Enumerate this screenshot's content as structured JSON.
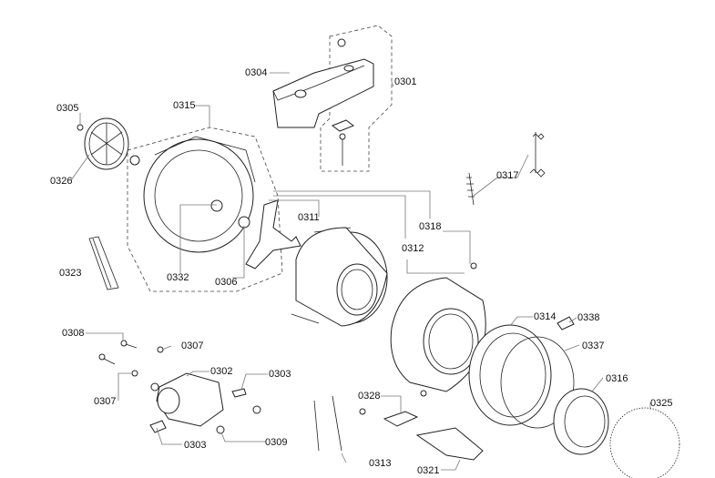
{
  "labels": {
    "l0301": "0301",
    "l0302": "0302",
    "l0303a": "0303",
    "l0303b": "0303",
    "l0304": "0304",
    "l0305": "0305",
    "l0306": "0306",
    "l0307a": "0307",
    "l0307b": "0307",
    "l0308": "0308",
    "l0309": "0309",
    "l0311": "0311",
    "l0312": "0312",
    "l0313": "0313",
    "l0314": "0314",
    "l0315": "0315",
    "l0316": "0316",
    "l0317": "0317",
    "l0318": "0318",
    "l0321": "0321",
    "l0323": "0323",
    "l0325": "0325",
    "l0326": "0326",
    "l0328": "0328",
    "l0332": "0332",
    "l0337": "0337",
    "l0338": "0338"
  }
}
